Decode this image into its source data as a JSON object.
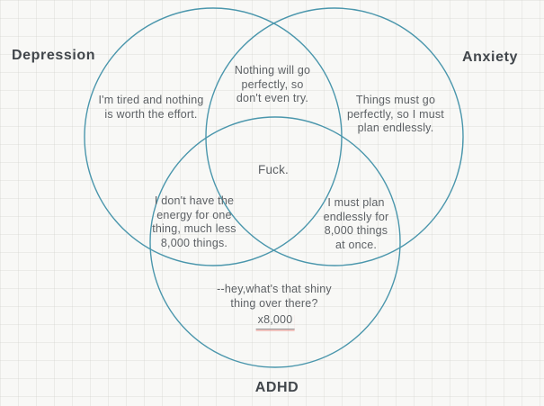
{
  "diagram": {
    "type": "venn",
    "circle_color": "#4a96ac",
    "grid_background": "#f8f8f6",
    "label_color": "#41464b",
    "text_color": "#5d6165",
    "sets": [
      {
        "id": "depression",
        "label": "Depression"
      },
      {
        "id": "anxiety",
        "label": "Anxiety"
      },
      {
        "id": "adhd",
        "label": "ADHD"
      }
    ],
    "regions": {
      "depression_only": "I'm tired and nothing\nis worth the effort.",
      "depression_anxiety": "Nothing will go\nperfectly, so\ndon't even try.",
      "anxiety_only": "Things must go\nperfectly, so I must\nplan endlessly.",
      "depression_anxiety_adhd": "Fuck.",
      "depression_adhd": "I don't have the\nenergy for one\nthing, much less\n8,000 things.",
      "anxiety_adhd": "I must plan\nendlessly for\n8,000 things\nat once.",
      "adhd_only": "--hey,what's that shiny\nthing over there?",
      "adhd_only_note": "x8,000"
    }
  }
}
